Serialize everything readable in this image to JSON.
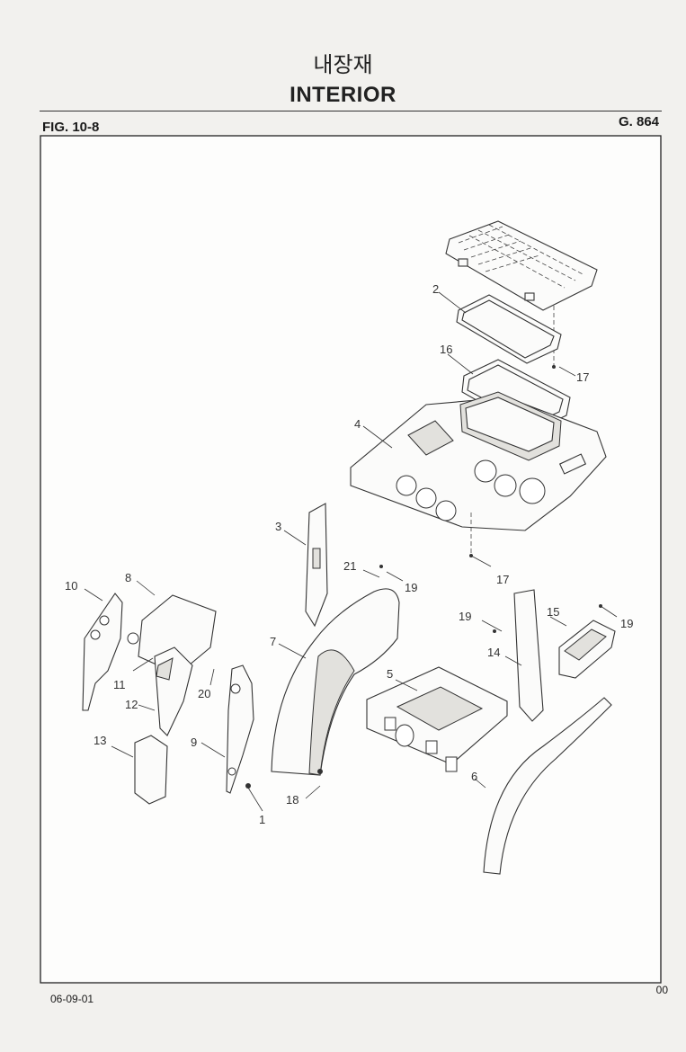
{
  "header": {
    "title_korean": "내장재",
    "title_english": "INTERIOR",
    "figure_number": "FIG. 10-8",
    "page_number": "G. 864"
  },
  "footer": {
    "date_code": "06-09-01",
    "revision_code": "00"
  },
  "callouts": {
    "c1": "1",
    "c2": "2",
    "c3": "3",
    "c4": "4",
    "c5": "5",
    "c6": "6",
    "c7": "7",
    "c8": "8",
    "c9": "9",
    "c10": "10",
    "c11": "11",
    "c12": "12",
    "c13": "13",
    "c14": "14",
    "c15": "15",
    "c16": "16",
    "c17a": "17",
    "c17b": "17",
    "c18": "18",
    "c19a": "19",
    "c19b": "19",
    "c19c": "19",
    "c20": "20",
    "c21": "21"
  }
}
